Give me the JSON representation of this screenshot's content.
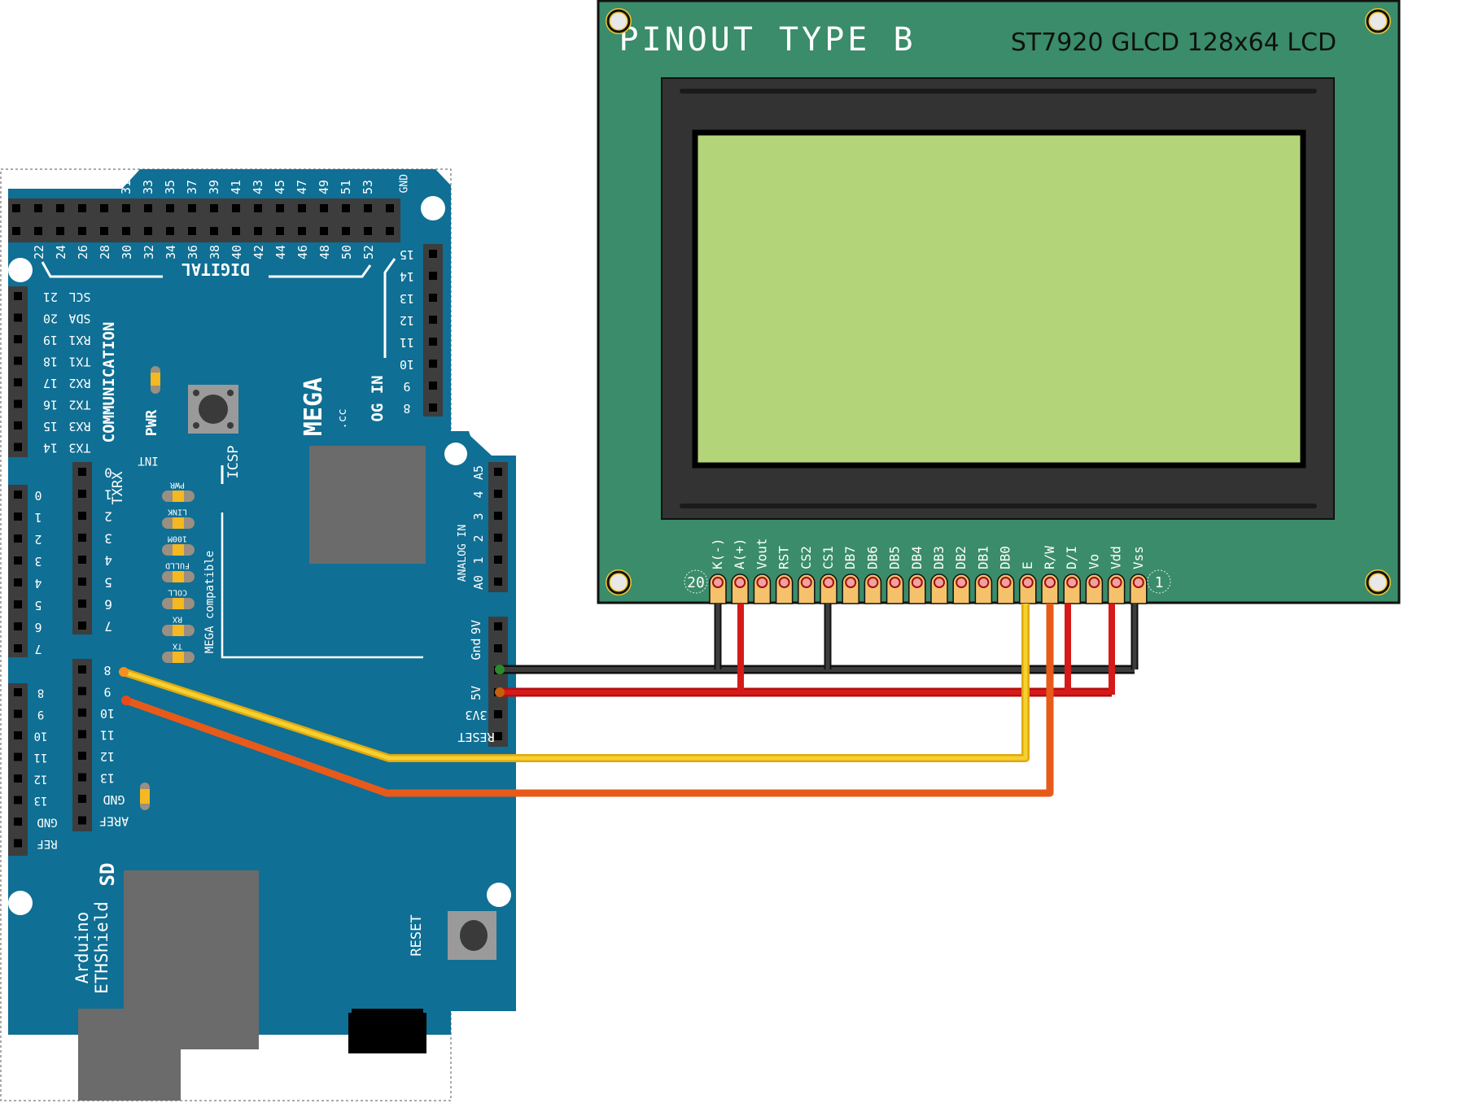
{
  "lcd": {
    "title": "PINOUT TYPE B",
    "model": "ST7920 GLCD 128x64 LCD",
    "pin_first_label": "20",
    "pin_last_label": "1",
    "pins": [
      "K(-)",
      "A(+)",
      "Vout",
      "RST",
      "CS2",
      "CS1",
      "DB7",
      "DB6",
      "DB5",
      "DB4",
      "DB3",
      "DB2",
      "DB1",
      "DB0",
      "E",
      "R/W",
      "D/I",
      "Vo",
      "Vdd",
      "Vss"
    ],
    "colors": {
      "board": "#3a8c6a",
      "bezel": "#333333",
      "screen": "#b4d47a",
      "pad": "#f5c26b"
    }
  },
  "arduino": {
    "top_header_odd": [
      "31",
      "33",
      "35",
      "37",
      "39",
      "41",
      "43",
      "45",
      "47",
      "49",
      "51",
      "53"
    ],
    "top_header_even": [
      "22",
      "24",
      "26",
      "28",
      "30",
      "32",
      "34",
      "36",
      "38",
      "40",
      "42",
      "44",
      "46",
      "48",
      "50",
      "52"
    ],
    "top_gnd": "GND",
    "digital_label": "DIGITAL",
    "communication_label": "COMMUNICATION",
    "comm_pins": [
      {
        "num": "21",
        "name": "SCL"
      },
      {
        "num": "20",
        "name": "SDA"
      },
      {
        "num": "19",
        "name": "RX1"
      },
      {
        "num": "18",
        "name": "TX1"
      },
      {
        "num": "17",
        "name": "RX2"
      },
      {
        "num": "16",
        "name": "TX2"
      },
      {
        "num": "15",
        "name": "RX3"
      },
      {
        "num": "14",
        "name": "TX3"
      }
    ],
    "pwm_pins_top": [
      "0",
      "1",
      "2",
      "3",
      "4",
      "5",
      "6",
      "7"
    ],
    "pwm_pins_bottom": [
      "8",
      "9",
      "10",
      "11",
      "12",
      "13",
      "GND",
      "REF"
    ],
    "analog_right_top": [
      "15",
      "14",
      "13",
      "12",
      "11",
      "10",
      "9",
      "8"
    ],
    "analog_in_label": "ANALOG IN",
    "mega_label": "MEGA",
    "mega_url": ".cc",
    "pwr_label": "PWR",
    "icsp_label": "ICSP"
  },
  "shield": {
    "name_line1": "Arduino",
    "name_line2": "ETHShield",
    "sd_label": "SD",
    "reset_label": "RESET",
    "compat_label": "MEGA compatible",
    "int_label": "INT",
    "txrx_label": "TXRX",
    "digital_pins_a": [
      "0",
      "1",
      "2",
      "3",
      "4",
      "5",
      "6",
      "7"
    ],
    "digital_pins_b": [
      "8",
      "9",
      "10",
      "11",
      "12",
      "13",
      "GND",
      "AREF"
    ],
    "analog_pins": [
      "A5",
      "4",
      "3",
      "2",
      "1",
      "A0"
    ],
    "power_pins": [
      "9V",
      "Gnd",
      "Gnd",
      "5V",
      "3V3",
      "RESET"
    ],
    "power_pin_labels": [
      "9V",
      "Gnd",
      "5V",
      "3V3",
      "RESET"
    ],
    "leds": [
      "PWR",
      "LINK",
      "100M",
      "FULLD",
      "COLL",
      "RX",
      "TX"
    ],
    "colors": {
      "board": "#0f6f94",
      "header": "#3d3d3d",
      "connector": "#6b6b6b"
    }
  },
  "wires": [
    {
      "name": "gnd",
      "color": "#222222",
      "from": "Gnd",
      "to": [
        "K(-)",
        "CS1",
        "Vss"
      ]
    },
    {
      "name": "5v",
      "color": "#d11a1a",
      "from": "5V",
      "to": [
        "A(+)",
        "D/I",
        "Vdd"
      ]
    },
    {
      "name": "pin8",
      "color": "#f2c21b",
      "from": "8",
      "to": [
        "E"
      ]
    },
    {
      "name": "pin9",
      "color": "#f06a24",
      "from": "9",
      "to": [
        "R/W"
      ]
    }
  ]
}
